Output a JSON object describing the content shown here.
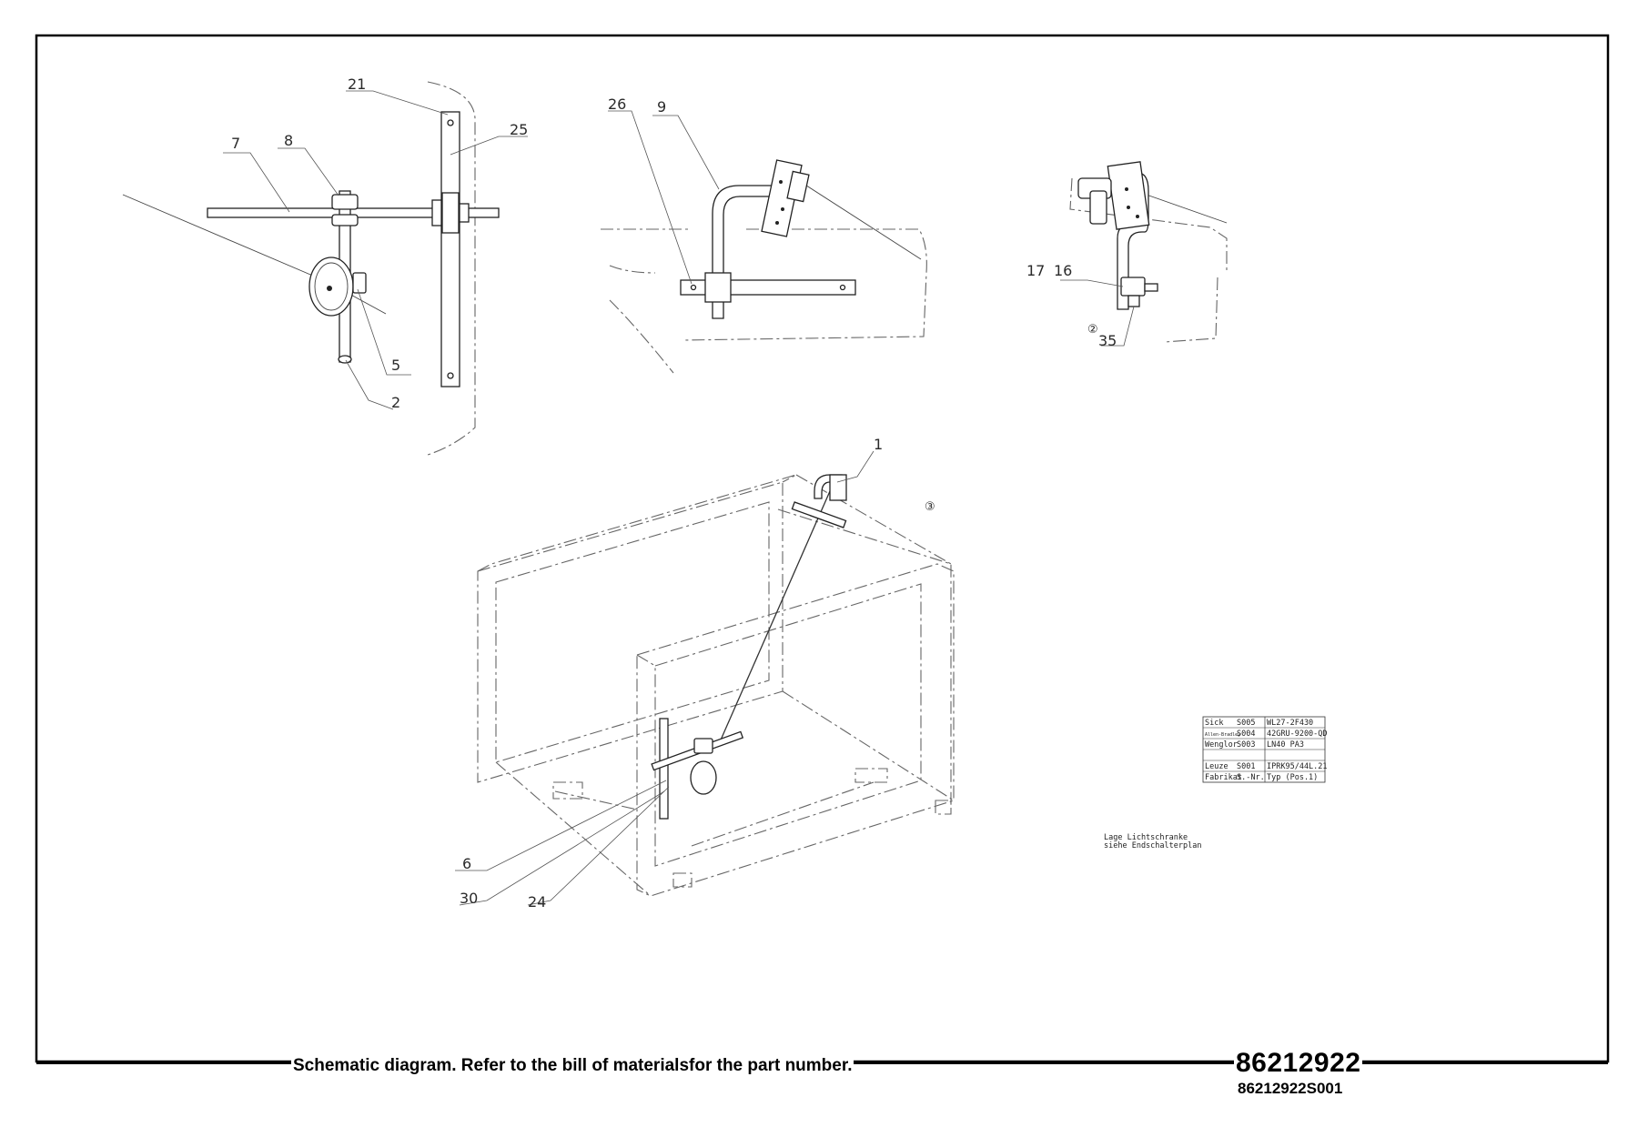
{
  "callouts": {
    "c21": "21",
    "c25": "25",
    "c7": "7",
    "c8": "8",
    "c5": "5",
    "c2": "2",
    "c26": "26",
    "c9": "9",
    "c17": "17",
    "c16": "16",
    "c35": "35",
    "c_circ2": "②",
    "c1": "1",
    "c_circ3": "③",
    "c6": "6",
    "c30": "30",
    "c24": "24"
  },
  "sensor_table": {
    "rows": [
      [
        "Sick",
        "S005",
        "WL27-2F430"
      ],
      [
        "Allen-Bradley",
        "S004",
        "42GRU-9200-QD"
      ],
      [
        "Wenglor",
        "S003",
        "LN40   PA3"
      ],
      [
        "",
        "",
        ""
      ],
      [
        "Leuze",
        "S001",
        "IPRK95/44L.21"
      ],
      [
        "Fabrikat",
        "S.-Nr.",
        "Typ (Pos.1)"
      ]
    ]
  },
  "note": {
    "line1": "Lage Lichtschranke",
    "line2": "siehe Endschalterplan"
  },
  "footer": {
    "note": "Schematic diagram. Refer to the bill of materialsfor the part number.",
    "drawing_number": "86212922",
    "sub_number": "86212922S001"
  }
}
